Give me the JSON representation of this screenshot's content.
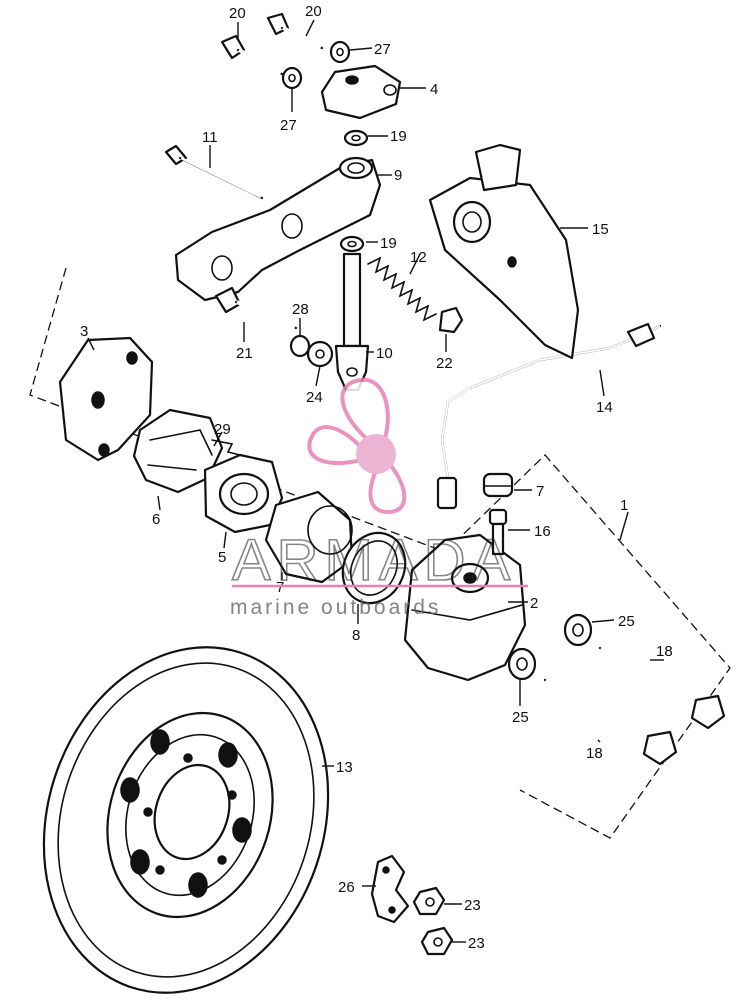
{
  "callouts": {
    "c1": "1",
    "c2": "2",
    "c3": "3",
    "c4": "4",
    "c5": "5",
    "c6": "6",
    "c7a": "7",
    "c7b": "7",
    "c8": "8",
    "c9": "9",
    "c10": "10",
    "c11": "11",
    "c12": "12",
    "c13": "13",
    "c14": "14",
    "c15": "15",
    "c16": "16",
    "c18a": "18",
    "c18b": "18",
    "c19a": "19",
    "c19b": "19",
    "c20a": "20",
    "c20b": "20",
    "c21": "21",
    "c22": "22",
    "c23a": "23",
    "c23b": "23",
    "c24": "24",
    "c25a": "25",
    "c25b": "25",
    "c26": "26",
    "c27a": "27",
    "c27b": "27",
    "c28": "28",
    "c29": "29"
  },
  "watermark": {
    "word": "ARMADA",
    "tagline": "marine outboards",
    "accent_color": "#e8a8cc",
    "accent_line_color": "#e87fb5"
  }
}
